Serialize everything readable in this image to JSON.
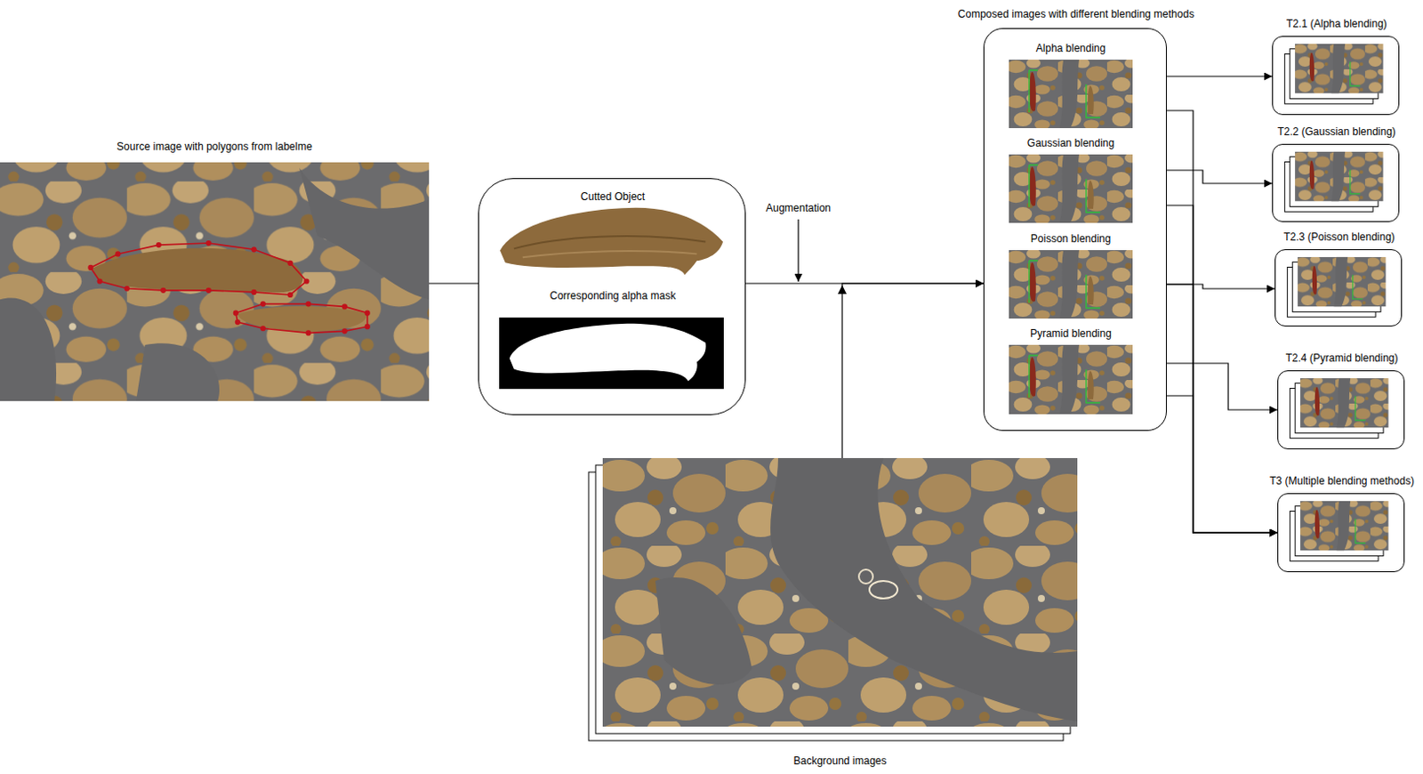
{
  "diagram": {
    "nodes": [
      {
        "text": [
          "Source image with polygons from labelme"
        ]
      },
      {
        "text": [
          "Cutted Object",
          "Corresponding alpha mask"
        ]
      },
      {
        "text": [
          "Background images"
        ]
      },
      {
        "text": [
          "Composed images with different blending methods"
        ]
      },
      {
        "text": [
          "Alpha blending"
        ],
        "in": 3
      },
      {
        "text": [
          "Gaussian blending"
        ],
        "in": 3
      },
      {
        "text": [
          "Poisson blending"
        ],
        "in": 3
      },
      {
        "text": [
          "Pyramid blending"
        ],
        "in": 3
      },
      {
        "text": [
          "T2.1 (Alpha blending)"
        ]
      },
      {
        "text": [
          "T2.2 (Gaussian blending)"
        ]
      },
      {
        "text": [
          "T2.3 (Poisson blending)"
        ]
      },
      {
        "text": [
          "T2.4 (Pyramid blending)"
        ]
      },
      {
        "text": [
          "T3 (Multiple blending methods)"
        ]
      }
    ],
    "edges": [
      {
        "from": 0,
        "to": 1,
        "arrow": "none"
      },
      {
        "from": 1,
        "to": 3,
        "arrow": "to"
      },
      {
        "from": 2,
        "to": 3,
        "arrow": "to"
      },
      {
        "from": 4,
        "to": 8,
        "arrow": "to"
      },
      {
        "from": 4,
        "to": 12,
        "arrow": "to"
      },
      {
        "from": 5,
        "to": 9,
        "arrow": "to"
      },
      {
        "from": 5,
        "to": 12,
        "arrow": "to"
      },
      {
        "from": 6,
        "to": 10,
        "arrow": "to"
      },
      {
        "from": 6,
        "to": 12,
        "arrow": "to"
      },
      {
        "from": 7,
        "to": 11,
        "arrow": "to"
      },
      {
        "from": 7,
        "to": 12,
        "arrow": "to"
      }
    ],
    "labels": [
      "Augmentation"
    ]
  }
}
